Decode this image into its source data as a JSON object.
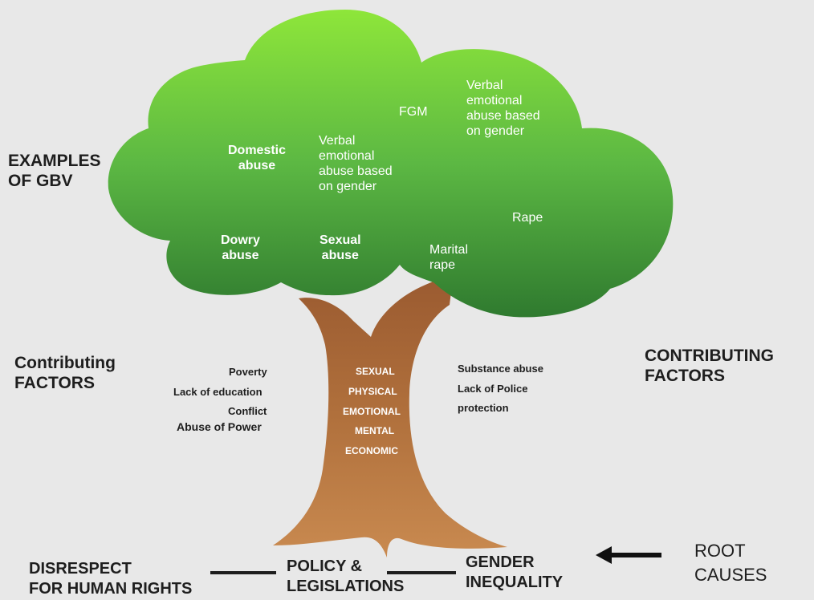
{
  "labels": {
    "examples": [
      "EXAMPLES",
      "OF GBV"
    ],
    "contributing_left": [
      "Contributing",
      "FACTORS"
    ],
    "contributing_right": [
      "CONTRIBUTING",
      "FACTORS"
    ],
    "root_causes": [
      "ROOT",
      "CAUSES"
    ]
  },
  "canopy": {
    "domestic": [
      "Domestic",
      "abuse"
    ],
    "verbal_left": [
      "Verbal",
      "emotional",
      "abuse based",
      "on gender"
    ],
    "fgm": "FGM",
    "verbal_right": [
      "Verbal",
      "emotional",
      "abuse based",
      "on gender"
    ],
    "rape": "Rape",
    "dowry": [
      "Dowry",
      "abuse"
    ],
    "sexual": [
      "Sexual",
      "abuse"
    ],
    "marital": [
      "Marital",
      "rape"
    ]
  },
  "factors_left": [
    "Poverty",
    "Lack of education",
    "Conflict",
    "Abuse of Power"
  ],
  "factors_right": [
    "Substance abuse",
    "Lack of Police",
    "protection"
  ],
  "trunk": [
    "SEXUAL",
    "PHYSICAL",
    "EMOTIONAL",
    "MENTAL",
    "ECONOMIC"
  ],
  "roots": {
    "disrespect": [
      "DISRESPECT",
      "FOR HUMAN RIGHTS"
    ],
    "policy": [
      "POLICY &",
      "LEGISLATIONS"
    ],
    "gender": [
      "GENDER",
      "INEQUALITY"
    ]
  },
  "colors": {
    "background": "#e8e8e8",
    "leaf_light": "#8ee63a",
    "leaf_dark": "#2f7a2f",
    "trunk_top": "#9a5a30",
    "trunk_bottom": "#c98a50"
  },
  "icons": {
    "arrow": "arrow-left-icon"
  }
}
